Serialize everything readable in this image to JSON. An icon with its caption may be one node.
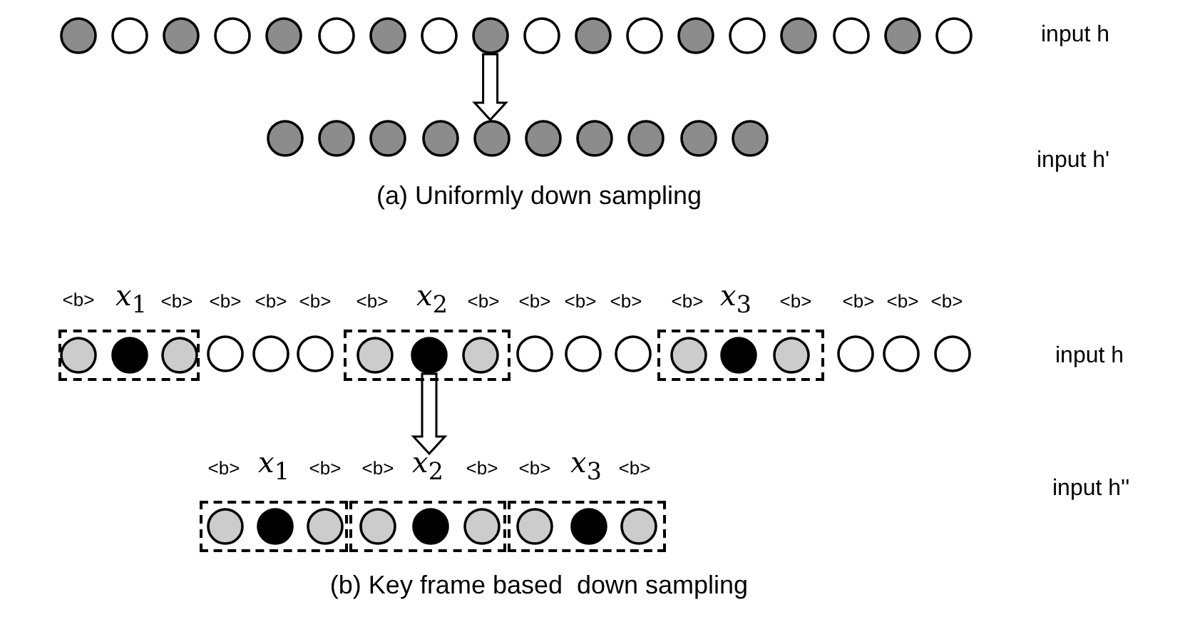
{
  "diagram": {
    "nodes": [
      {
        "text": [],
        "shape": "circle"
      },
      {
        "text": [],
        "shape": "circle"
      },
      {
        "text": [],
        "shape": "circle"
      },
      {
        "text": [],
        "shape": "circle"
      },
      {
        "text": [],
        "shape": "circle"
      },
      {
        "text": [],
        "shape": "circle"
      },
      {
        "text": [],
        "shape": "circle"
      },
      {
        "text": [],
        "shape": "circle"
      },
      {
        "text": [],
        "shape": "circle"
      },
      {
        "text": [],
        "shape": "circle"
      },
      {
        "text": [],
        "shape": "circle"
      },
      {
        "text": [],
        "shape": "circle"
      },
      {
        "text": [],
        "shape": "circle"
      },
      {
        "text": [],
        "shape": "circle"
      },
      {
        "text": [],
        "shape": "circle"
      },
      {
        "text": [],
        "shape": "circle"
      },
      {
        "text": [],
        "shape": "circle"
      },
      {
        "text": [],
        "shape": "circle"
      },
      {
        "text": [],
        "shape": "circle"
      },
      {
        "text": [],
        "shape": "circle"
      },
      {
        "text": [],
        "shape": "circle"
      },
      {
        "text": [],
        "shape": "circle"
      },
      {
        "text": [],
        "shape": "circle"
      },
      {
        "text": [],
        "shape": "circle"
      },
      {
        "text": [],
        "shape": "circle"
      },
      {
        "text": [],
        "shape": "circle"
      },
      {
        "text": [],
        "shape": "circle"
      },
      {
        "text": [],
        "shape": "circle"
      },
      {
        "text": [],
        "shape": "box"
      },
      {
        "text": [],
        "shape": "circle",
        "in": 28
      },
      {
        "text": [],
        "shape": "circle",
        "in": 28
      },
      {
        "text": [],
        "shape": "circle",
        "in": 28
      },
      {
        "text": [],
        "shape": "circle"
      },
      {
        "text": [],
        "shape": "circle"
      },
      {
        "text": [],
        "shape": "circle"
      },
      {
        "text": [],
        "shape": "box"
      },
      {
        "text": [],
        "shape": "circle",
        "in": 35
      },
      {
        "text": [],
        "shape": "circle",
        "in": 35
      },
      {
        "text": [],
        "shape": "circle",
        "in": 35
      },
      {
        "text": [],
        "shape": "circle"
      },
      {
        "text": [],
        "shape": "circle"
      },
      {
        "text": [],
        "shape": "circle"
      },
      {
        "text": [],
        "shape": "box"
      },
      {
        "text": [],
        "shape": "circle",
        "in": 42
      },
      {
        "text": [],
        "shape": "circle",
        "in": 42
      },
      {
        "text": [],
        "shape": "circle",
        "in": 42
      },
      {
        "text": [],
        "shape": "circle"
      },
      {
        "text": [],
        "shape": "circle"
      },
      {
        "text": [],
        "shape": "circle"
      },
      {
        "text": [],
        "shape": "box"
      },
      {
        "text": [],
        "shape": "circle",
        "in": 49
      },
      {
        "text": [],
        "shape": "circle",
        "in": 49
      },
      {
        "text": [],
        "shape": "circle",
        "in": 49
      },
      {
        "text": [],
        "shape": "box"
      },
      {
        "text": [],
        "shape": "circle",
        "in": 53
      },
      {
        "text": [],
        "shape": "circle",
        "in": 53
      },
      {
        "text": [],
        "shape": "circle",
        "in": 53
      },
      {
        "text": [],
        "shape": "box"
      },
      {
        "text": [],
        "shape": "circle",
        "in": 57
      },
      {
        "text": [],
        "shape": "circle",
        "in": 57
      },
      {
        "text": [],
        "shape": "circle",
        "in": 57
      }
    ],
    "edges": [
      {
        "from": 8,
        "to": 22,
        "arrow": "to"
      },
      {
        "from": 37,
        "to": 53,
        "arrow": "to"
      }
    ],
    "labels": [
      "input h",
      "input h'",
      "(a) Uniformly down sampling",
      "<b>",
      "*x*$_{1}$",
      "<b>",
      "<b>",
      "<b>",
      "<b>",
      "<b>",
      "*x*$_{2}$",
      "<b>",
      "<b>",
      "<b>",
      "<b>",
      "<b>",
      "*x*$_{3}$",
      "<b>",
      "<b>",
      "<b>",
      "<b>",
      "input h",
      "<b>",
      "*x*$_{1}$",
      "<b>",
      "<b>",
      "*x*$_{2}$",
      "<b>",
      "<b>",
      "*x*$_{3}$",
      "<b>",
      "input h''",
      "(b) Key frame based  down sampling"
    ]
  }
}
